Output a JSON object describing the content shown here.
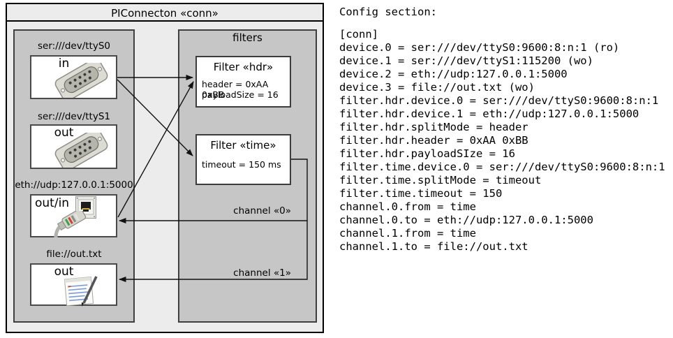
{
  "diagram": {
    "title": "PIConnecton «conn»",
    "filters_panel_label": "filters",
    "devices": [
      {
        "label": "ser:///dev/ttyS0",
        "port": "in",
        "icon": "serial-connector-icon"
      },
      {
        "label": "ser:///dev/ttyS1",
        "port": "out",
        "icon": "serial-connector-icon"
      },
      {
        "label": "eth://udp:127.0.0.1:5000",
        "port": "out/in",
        "icon": "ethernet-connector-icon"
      },
      {
        "label": "file://out.txt",
        "port": "out",
        "icon": "notepad-icon"
      }
    ],
    "filters": [
      {
        "title": "Filter «hdr»",
        "params": [
          "header = 0xAA 0xBB",
          "payloadSize = 16"
        ]
      },
      {
        "title": "Filter «time»",
        "params": [
          "timeout = 150 ms"
        ]
      }
    ],
    "channels": [
      {
        "label": "channel «0»"
      },
      {
        "label": "channel «1»"
      }
    ],
    "colors": {
      "outer_fill": "#ececec",
      "panel_fill": "#c6c6c6",
      "box_fill": "#ffffff",
      "border_dark": "#3f3f3f",
      "arrow": "#111111"
    }
  },
  "config": {
    "heading": "Config section:",
    "lines": [
      "[conn]",
      "device.0 = ser:///dev/ttyS0:9600:8:n:1 (ro)",
      "device.1 = ser:///dev/ttyS1:115200 (wo)",
      "device.2 = eth://udp:127.0.0.1:5000",
      "device.3 = file://out.txt (wo)",
      "filter.hdr.device.0 = ser:///dev/ttyS0:9600:8:n:1",
      "filter.hdr.device.1 = eth://udp:127.0.0.1:5000",
      "filter.hdr.splitMode = header",
      "filter.hdr.header = 0xAA 0xBB",
      "filter.hdr.payloadSIze = 16",
      "filter.time.device.0 = ser:///dev/ttyS0:9600:8:n:1",
      "filter.time.splitMode = timeout",
      "filter.time.timeout = 150",
      "channel.0.from = time",
      "channel.0.to = eth://udp:127.0.0.1:5000",
      "channel.1.from = time",
      "channel.1.to = file://out.txt"
    ]
  }
}
